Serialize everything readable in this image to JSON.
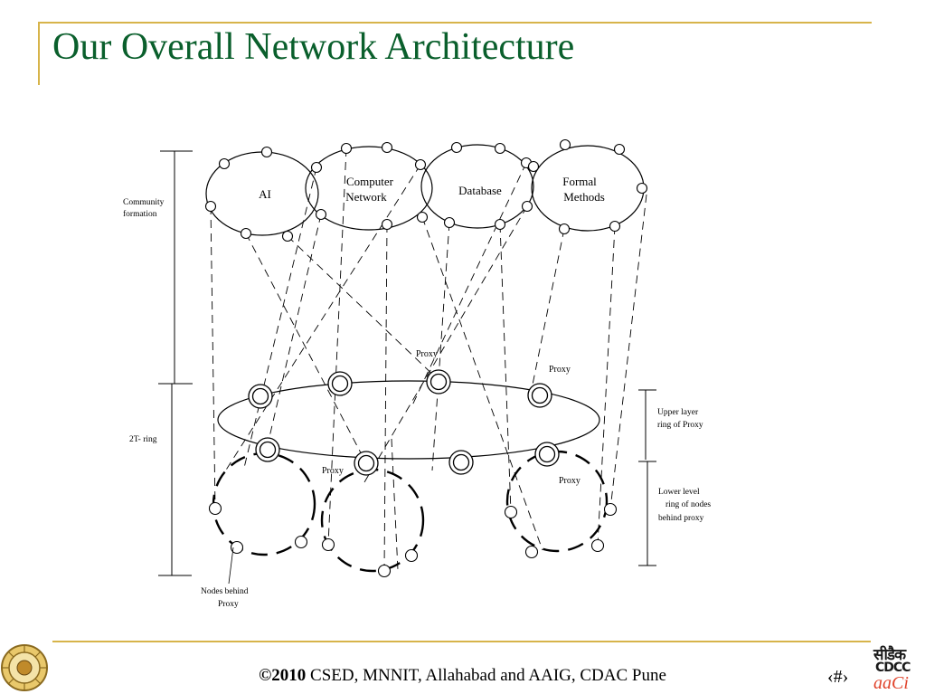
{
  "title": "Our Overall Network Architecture",
  "diagram": {
    "communities": [
      {
        "label": [
          "AI"
        ]
      },
      {
        "label": [
          "Computer",
          "Network"
        ]
      },
      {
        "label": [
          "Database"
        ]
      },
      {
        "label": [
          "Formal",
          "Methods"
        ]
      }
    ],
    "proxy_labels": {
      "top_center": "Proxy",
      "top_right": "Proxy",
      "lower_left": "Proxy",
      "lower_right": "Proxy"
    },
    "side_labels": {
      "community_formation": [
        "Community",
        "formation"
      ],
      "ring_2t": "2T- ring",
      "upper_layer": [
        "Upper layer",
        "ring of   Proxy"
      ],
      "lower_level": [
        "Lower level",
        "ring of   nodes",
        "behind proxy"
      ],
      "nodes_behind": [
        "Nodes behind",
        "Proxy"
      ]
    }
  },
  "footer": {
    "copyright_symbol_year": "©2010",
    "text": " CSED, MNNIT, Allahabad and AAIG, CDAC Pune",
    "page": "‹#›"
  },
  "logo_right": {
    "hindi": "सीडैक",
    "cdac": "CDCC",
    "aac": "aaCi"
  },
  "colors": {
    "title": "#0a5f2c",
    "rule": "#d7b44a",
    "logo_accent": "#e0432b"
  }
}
